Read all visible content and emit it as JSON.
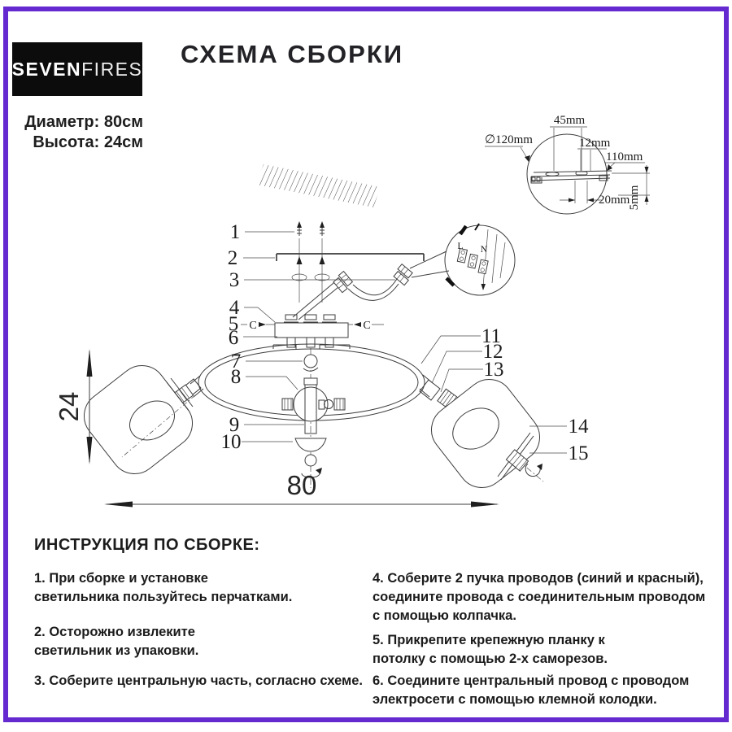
{
  "brand": {
    "logo_bold": "SEVEN",
    "logo_light": "FIRES"
  },
  "header": {
    "title": "СХЕМА СБОРКИ",
    "diameter": "Диаметр: 80см",
    "height": "Высота: 24см"
  },
  "colors": {
    "accent_border": "#6429cf",
    "logo_bg": "#0c0c0c",
    "line": "#3d3d3d",
    "text": "#1b1b1b"
  },
  "diagram": {
    "callouts": [
      "1",
      "2",
      "3",
      "4",
      "5",
      "6",
      "7",
      "8",
      "9",
      "10",
      "11",
      "12",
      "13",
      "14",
      "15"
    ],
    "detail": {
      "d45": "45mm",
      "d120": "∅120mm",
      "d12": "12mm",
      "d110": "110mm",
      "d20": "20mm",
      "d5": "5mm"
    },
    "wiring": {
      "l": "L",
      "n": "N"
    },
    "section_marker": "C",
    "size": {
      "width": "80",
      "height": "24"
    }
  },
  "instructions": {
    "heading": "ИНСТРУКЦИЯ ПО СБОРКЕ:",
    "left": [
      {
        "text": "1. При сборке и установке\nсветильника пользуйтесь перчатками."
      },
      {
        "text": "2. Осторожно извлеките\nсветильник из упаковки."
      },
      {
        "text": "3. Соберите центральную часть, согласно схеме."
      }
    ],
    "right": [
      {
        "text": "4. Соберите 2 пучка проводов (синий и красный),\nсоедините провода с соединительным проводом\nс помощью колпачка."
      },
      {
        "text": "5. Прикрепите крепежную планку к\nпотолку с помощью 2-х саморезов."
      },
      {
        "text": "6. Соедините центральный провод с проводом\nэлектросети с помощью клемной колодки."
      }
    ]
  }
}
